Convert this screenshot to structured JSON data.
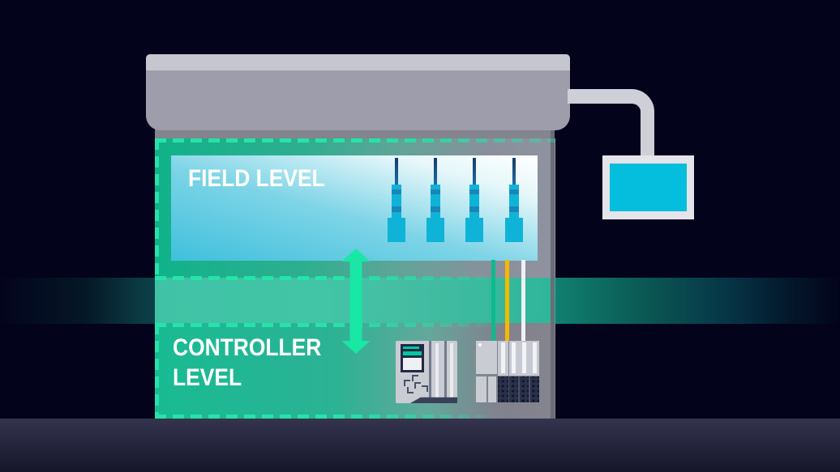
{
  "title": "Automation levels diagram",
  "labels": {
    "field": "FIELD LEVEL",
    "controller": "CONTROLLER LEVEL"
  },
  "colors": {
    "background": "#03031b",
    "accent_mint_arrow": "#19e7a5",
    "dash_border": "#26e3a8",
    "band_teal": "#41c3a6",
    "field_box_cyan": "#3fc0dc",
    "sensor_cyan": "#0fb3d8",
    "monitor_screen_cyan": "#05bedd",
    "cable_green": "#0cbb8c",
    "cable_yellow": "#f5b800",
    "cable_white": "#f0f0f5",
    "cabinet_gray": "#9d9dac"
  },
  "icons": [
    "sensor-icon",
    "plc-controller-icon",
    "io-module-icon",
    "hmi-monitor-icon",
    "pipe-connector-icon",
    "bidirectional-arrow-icon"
  ]
}
